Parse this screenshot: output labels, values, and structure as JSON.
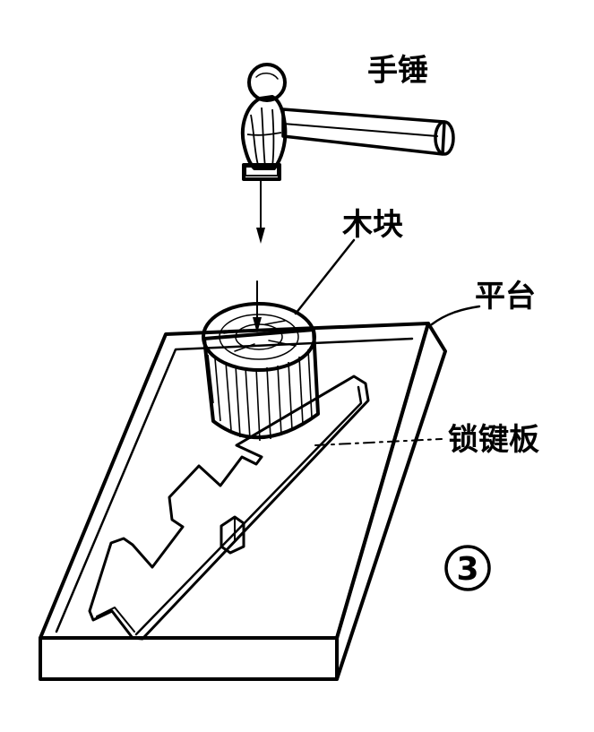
{
  "labels": {
    "hammer": "手锤",
    "wood_block": "木块",
    "platform": "平台",
    "lock_plate": "锁键板"
  },
  "figure_number": "3",
  "colors": {
    "ink": "#000000",
    "paper": "#ffffff"
  }
}
